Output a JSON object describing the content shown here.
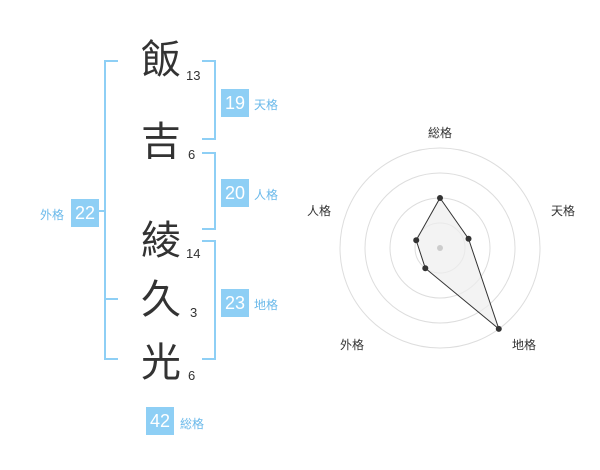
{
  "name": {
    "characters": [
      {
        "char": "飯",
        "strokes": "13"
      },
      {
        "char": "吉",
        "strokes": "6"
      },
      {
        "char": "綾",
        "strokes": "14"
      },
      {
        "char": "久",
        "strokes": "3"
      },
      {
        "char": "光",
        "strokes": "6"
      }
    ]
  },
  "fortunes": {
    "tenkaku": {
      "value": "19",
      "label": "天格"
    },
    "jinkaku": {
      "value": "20",
      "label": "人格"
    },
    "chikaku": {
      "value": "23",
      "label": "地格"
    },
    "gaikaku": {
      "value": "22",
      "label": "外格"
    },
    "soukaku": {
      "value": "42",
      "label": "総格"
    }
  },
  "radar": {
    "axes": [
      "総格",
      "天格",
      "地格",
      "外格",
      "人格"
    ],
    "values": [
      0.5,
      0.3,
      1.0,
      0.25,
      0.25
    ],
    "colors": {
      "ring": "#dddddd",
      "fill": "#eeeeee",
      "line": "#333333",
      "point": "#333333"
    }
  },
  "colors": {
    "accent": "#8ecff5",
    "label": "#6ab9ea"
  }
}
